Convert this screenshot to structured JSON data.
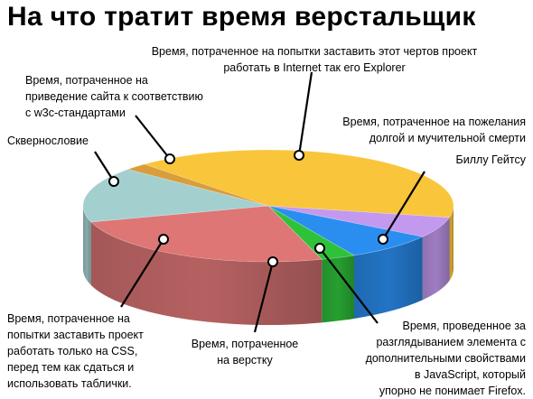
{
  "title": "На что тратит время верстальщик",
  "chart_data": {
    "type": "pie",
    "style": "3d",
    "title": "На что тратит время верстальщик",
    "slices": [
      {
        "label": "Время, потраченное на попытки заставить этот чертов проект работать в Internet так его Explorer",
        "value": 40,
        "color": "#f9c53a"
      },
      {
        "label": "Время, потраченное на пожелания долгой и мучительной смерти Биллу Гейтсу",
        "value": 6,
        "color": "#c299ee"
      },
      {
        "label": "Время, проведенное за разглядыванием элемента с дополнительными свойствами в JavaScript, который упорно не понимает Firefox.",
        "value": 8,
        "color": "#2a8ef0"
      },
      {
        "label": "Время, потраченное на верстку",
        "value": 3,
        "color": "#2ec23a"
      },
      {
        "label": "Время, потраченное на попытки заставить проект работать только на CSS, перед тем как сдаться и использовать таблички.",
        "value": 25,
        "color": "#de7676"
      },
      {
        "label": "Сквернословие",
        "value": 16,
        "color": "#a3d0cf"
      },
      {
        "label": "Время, потраченное на приведение сайта к соответствию с w3c-стандартами",
        "value": 2,
        "color": "#d99d3c"
      }
    ]
  },
  "labels": {
    "explorer": "Время, потраченное на попытки заставить этот чертов проект\nработать в Internet так его Explorer",
    "w3c": "Время, потраченное на\nприведение сайта к соответствию\nс w3c-стандартами",
    "swearing": "Скверноcловие",
    "gates1": "Время, потраченное на пожелания\nдолгой и мучительной смерти",
    "gates2": "Биллу Гейтсу",
    "css": "Время, потраченное на\nпопытки заставить проект\nработать только на CSS,\nперед тем как сдаться и\nиспользовать таблички.",
    "markup": "Время, потраченное\nна верстку",
    "firefox": "Время, проведенное за\nразглядыванием элемента с\nдополнительными свойствами\nв JavaScript, который\nупорно не понимает Firefox."
  }
}
